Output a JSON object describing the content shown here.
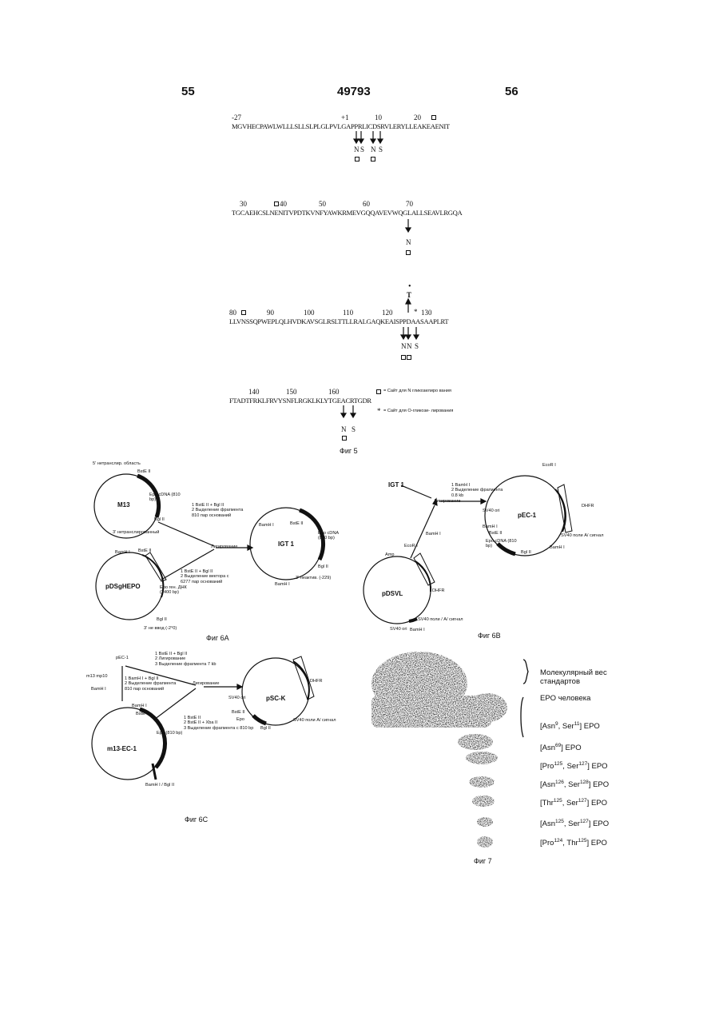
{
  "header": {
    "left_page": "55",
    "doc_number": "49793",
    "right_page": "56"
  },
  "sequence": {
    "line1": {
      "numbers": [
        "-27",
        "+1",
        "10",
        "20"
      ],
      "text": "MGVHECPAWLWLLLSLLSLPLGLPVLGAPPRLICDSRVLERYLLEAKEAENIT",
      "sites": [
        "N",
        "S",
        "N",
        "S"
      ]
    },
    "line2": {
      "numbers": [
        "30",
        "40",
        "50",
        "60",
        "70"
      ],
      "text": "TGCAEHCSLNENITVPDTKVNFYAWKRMEVGQQAVEVWQGLALLSEAVLRGQA",
      "sites": [
        "N"
      ]
    },
    "line3": {
      "numbers": [
        "80",
        "90",
        "100",
        "110",
        "120",
        "130"
      ],
      "text": "LLVNSSQPWEPLQLHVDKAVSGLRSLTTLLRALGAQKEAISPPDAASAAPLRT",
      "above_site": "T",
      "sites": [
        "N",
        "N",
        "S"
      ]
    },
    "line4": {
      "numbers": [
        "140",
        "150",
        "160"
      ],
      "text": "FTADTFRKLFRVYSNFLRGKLKLYTGEACRTGDR",
      "sites": [
        "N",
        "S"
      ]
    },
    "legend": {
      "box_text": "= Сайт для N гликозилиро вания",
      "star_text": "= Сайт для О-гликози- лирования"
    },
    "figure_caption": "Фиг 5"
  },
  "fig6a": {
    "caption": "Фиг 6А",
    "m13": {
      "name": "M13",
      "top_label": "5' нетранслир. область",
      "site_top": "BstE II",
      "insert": "Epo cDNA (810 bp)",
      "site_bottom": "Bgl II",
      "bottom_label": "3' нетранслированный"
    },
    "pdsgenepo": {
      "name": "pDSgHEPO",
      "site_top": "BstE II",
      "site_left": "BamH I",
      "insert": "Epo ген. ДНК (2400 bp)",
      "site_bottom": "Bgl II",
      "bottom_label": "3' не ввод (-2°0)"
    },
    "steps_top": [
      "1 BstE II + Bgl II",
      "2 Выделение фрагмента",
      "810 пар оснований"
    ],
    "steps_bottom": [
      "1 BstE II + Bgl II",
      "2 Выделение вектора с",
      "6277 пар оснований"
    ],
    "ligation": "Лигирование",
    "igt1": {
      "name": "IGT 1",
      "site_top_left": "BamH I",
      "site_top": "BstE II",
      "insert": "Epo cDNA (810 bp)",
      "site_bottom": "Bgl II",
      "site_left": "BamH I",
      "bottom_label": "3' неактив. (-229)"
    }
  },
  "fig6b": {
    "caption": "Фиг 6В",
    "source": "IGT 1",
    "steps": [
      "1 BamH I",
      "2 Выделение фрагмента",
      "0.8 kb"
    ],
    "ligation": "Лигирование",
    "pdsvl": {
      "name": "pDSVL",
      "amp": "Amp",
      "site_top": "EcoR I",
      "dhfr": "DHFR",
      "polya": "SV40 поли / А/ сигнал",
      "sv40": "SV40 ori",
      "bamh": "BamH I",
      "site_cut": "BamH I"
    },
    "pec1": {
      "name": "pEC-1",
      "site_top": "EcoR I",
      "dhfr": "DHFR",
      "sv40": "SV40 ori",
      "bamh_left": "BamH I",
      "bste": "BstE II",
      "epo": "Epo cDNA (810 bp)",
      "bgl": "Bgl II",
      "polya": "SV40 поли А/ сигнал",
      "bamh_right": "BamH I"
    }
  },
  "fig6c": {
    "caption": "Фиг 6С",
    "pec1_label": "pEC-1",
    "steps_top": [
      "1 BstE II + Bgl II",
      "2 Лигирование",
      "3 Выделение фрагмента 7 kb"
    ],
    "m13_label": "m13 mp10",
    "bamh_label": "BamH I",
    "steps_mid": [
      "1 BamH I + Bgl II",
      "2 Выделение фрагмента",
      "810 пар оснований"
    ],
    "ligation": "Лигирование",
    "steps_bottom": [
      "1 BstE II",
      "2 BstE II + Xba II",
      "3 Выделение фрагмента с 810 bp"
    ],
    "m13ec": {
      "name": "m13-EC-1",
      "bamh": "BamH I",
      "bste": "BstE II",
      "epo": "Epo (810 bp)",
      "bottom": "BamH I / Bgl II"
    },
    "psck": {
      "name": "pSC-K",
      "dhfr": "DHFR",
      "sv40": "SV40 ori",
      "bste": "BstE II",
      "epo": "Epo",
      "bgl": "Bgl II",
      "polya": "SV40 поли А/ сигнал"
    }
  },
  "fig7": {
    "caption": "Фиг 7",
    "mw_label": "Молекулярный вес стандартов",
    "human_epo": "EPO человека",
    "variants": [
      {
        "a": "[Asn",
        "a_sup": "9",
        "b": ", Ser",
        "b_sup": "11",
        "c": "] EPO"
      },
      {
        "a": "[Asn",
        "a_sup": "69",
        "b": "",
        "b_sup": "",
        "c": "] EPO"
      },
      {
        "a": "[Pro",
        "a_sup": "125",
        "b": ", Ser",
        "b_sup": "127",
        "c": "] EPO"
      },
      {
        "a": "[Asn",
        "a_sup": "126",
        "b": ", Ser",
        "b_sup": "128",
        "c": "] EPO"
      },
      {
        "a": "[Thr",
        "a_sup": "125",
        "b": ", Ser",
        "b_sup": "127",
        "c": "] EPO"
      },
      {
        "a": "[Asn",
        "a_sup": "125",
        "b": ", Ser",
        "b_sup": "127",
        "c": "] EPO"
      },
      {
        "a": "[Pro",
        "a_sup": "124",
        "b": ", Thr",
        "b_sup": "125",
        "c": "] EPO"
      }
    ]
  }
}
